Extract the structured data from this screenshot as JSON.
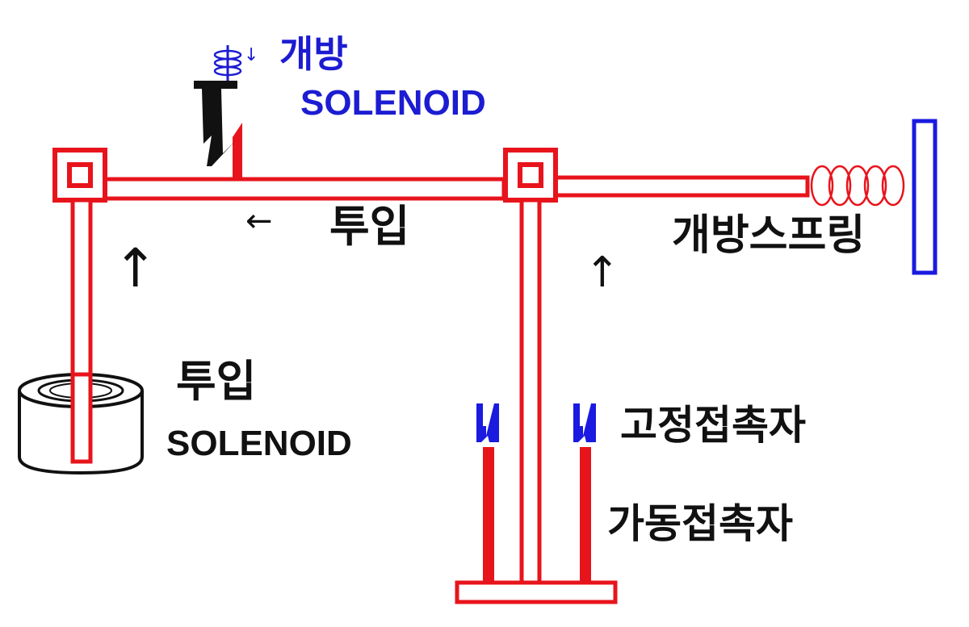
{
  "labels": {
    "open_ko": "개방",
    "open_solenoid": "SOLENOID",
    "close_arrow": "←",
    "close_ko": "투입",
    "open_spring": "개방스프링",
    "close_solenoid_ko": "투입",
    "close_solenoid": "SOLENOID",
    "fixed_contact": "고정접촉자",
    "moving_contact": "가동접촉자",
    "up_arrow_left": "↑",
    "up_arrow_right": "↑",
    "small_down_arrow": "↓"
  },
  "colors": {
    "mechanism": "#e8141c",
    "solenoid_labels": "#1c1cd2",
    "fixed_contacts": "#1a1ae0",
    "spring_mount": "#1a1ae0",
    "text": "#111111"
  },
  "icons": [
    "coil-icon",
    "spring-icon",
    "solenoid-icon",
    "latch-icon"
  ]
}
